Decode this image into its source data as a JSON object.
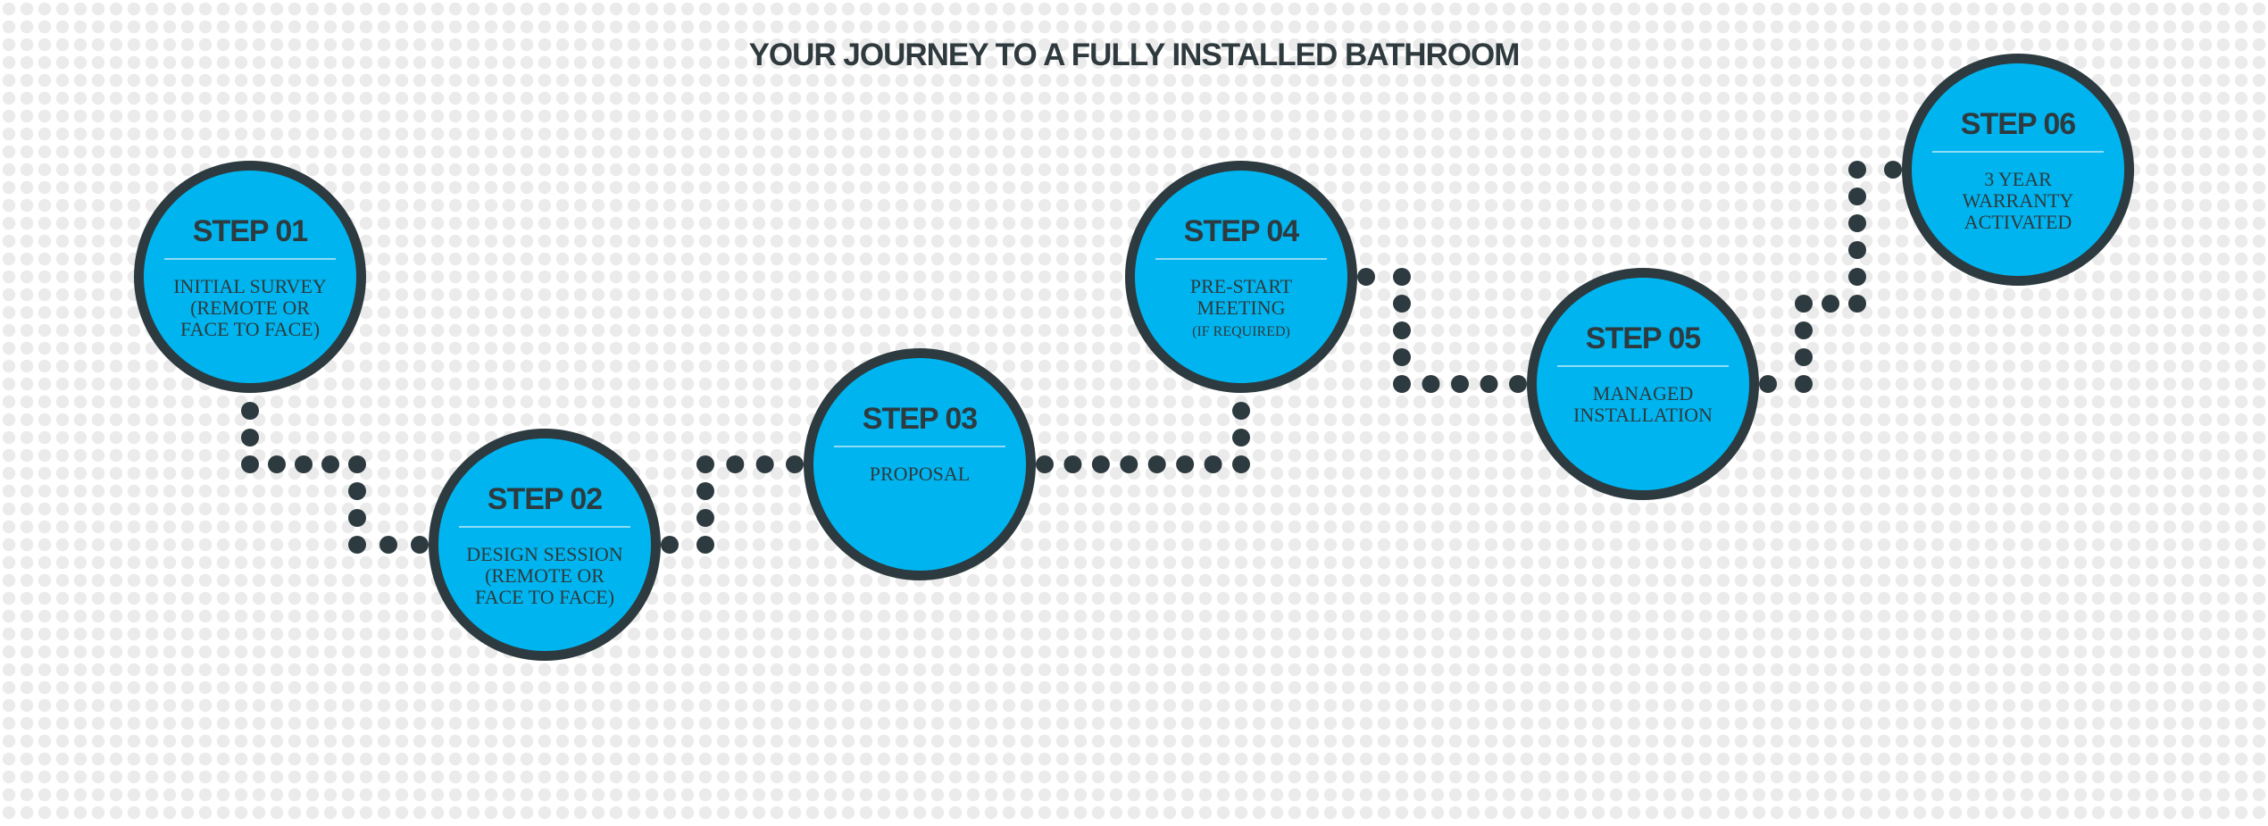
{
  "title": "YOUR JOURNEY TO A FULLY INSTALLED BATHROOM",
  "colors": {
    "circle_fill": "#00b5ef",
    "circle_ring": "#2d3b40",
    "connector": "#2d3b40",
    "background_dots": "#ebebeb",
    "text": "#2d3b40"
  },
  "steps": [
    {
      "label": "STEP 01",
      "lines": [
        "INITIAL SURVEY",
        "(REMOTE OR",
        "FACE TO FACE)"
      ],
      "note": ""
    },
    {
      "label": "STEP 02",
      "lines": [
        "DESIGN SESSION",
        "(REMOTE OR",
        "FACE TO FACE)"
      ],
      "note": ""
    },
    {
      "label": "STEP 03",
      "lines": [
        "PROPOSAL"
      ],
      "note": ""
    },
    {
      "label": "STEP 04",
      "lines": [
        "PRE-START",
        "MEETING"
      ],
      "note": "(IF REQUIRED)"
    },
    {
      "label": "STEP 05",
      "lines": [
        "MANAGED",
        "INSTALLATION"
      ],
      "note": ""
    },
    {
      "label": "STEP 06",
      "lines": [
        "3 YEAR",
        "WARRANTY",
        "ACTIVATED"
      ],
      "note": ""
    }
  ]
}
